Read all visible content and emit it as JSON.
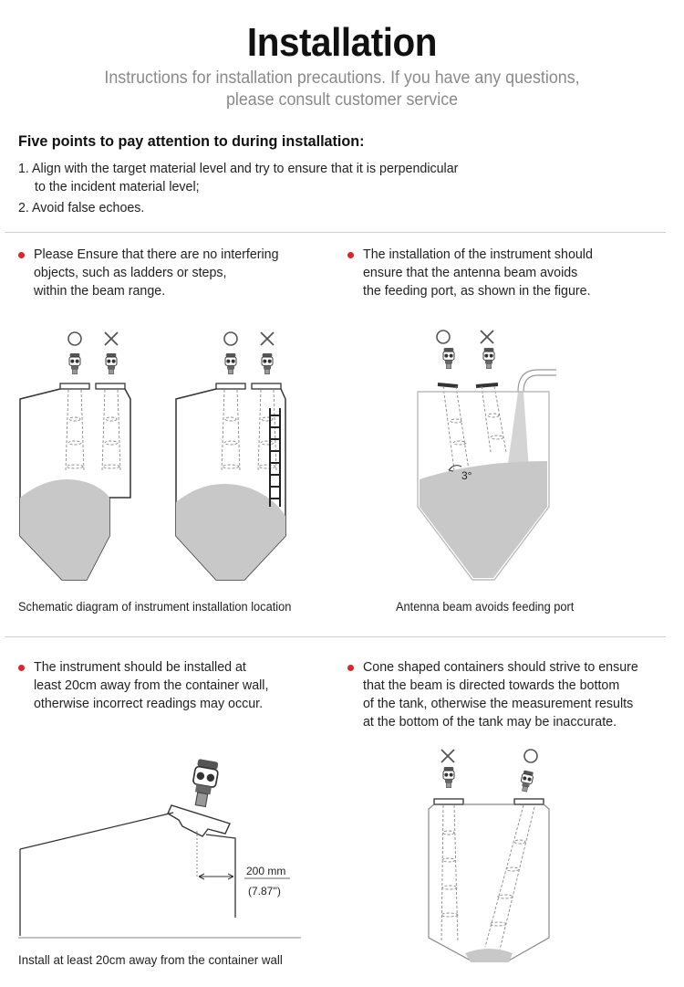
{
  "header": {
    "title": "Installation",
    "subtitle_line1": "Instructions for installation precautions. If you have any questions,",
    "subtitle_line2": "please consult customer service"
  },
  "points": {
    "heading": "Five points to pay attention to during installation:",
    "item1_line1": "1. Align with the target material level and try to ensure that it is perpendicular",
    "item1_line2": "to the incident material level;",
    "item2": "2. Avoid false echoes."
  },
  "sections": {
    "interfering": {
      "line1": "Please Ensure that there are no interfering",
      "line2": "objects, such as ladders or steps,",
      "line3": "within the beam range.",
      "caption": "Schematic diagram of instrument installation location"
    },
    "feeding": {
      "line1": "The installation of the instrument should",
      "line2": "ensure that the antenna beam avoids",
      "line3": "the feeding port, as shown in the figure.",
      "caption": "Antenna beam avoids feeding port",
      "angle_label": "3°"
    },
    "wall": {
      "line1": "The instrument should be installed at",
      "line2": "least 20cm away from the container wall,",
      "line3": "otherwise incorrect readings may occur.",
      "caption": "Install at least 20cm away from the container wall",
      "dim_mm": "200 mm",
      "dim_in": "(7.87'')"
    },
    "cone": {
      "line1": "Cone shaped containers should strive to ensure",
      "line2": "that the beam is directed towards the bottom",
      "line3": "of the tank, otherwise the measurement results",
      "line4": "at the bottom of the tank may be inaccurate."
    }
  },
  "colors": {
    "bullet": "#d9262b",
    "material": "#c8c8c8",
    "line": "#333333"
  },
  "icons": [
    "correct-circle-icon",
    "wrong-cross-icon",
    "radar-level-sensor-icon",
    "ladder-icon"
  ]
}
